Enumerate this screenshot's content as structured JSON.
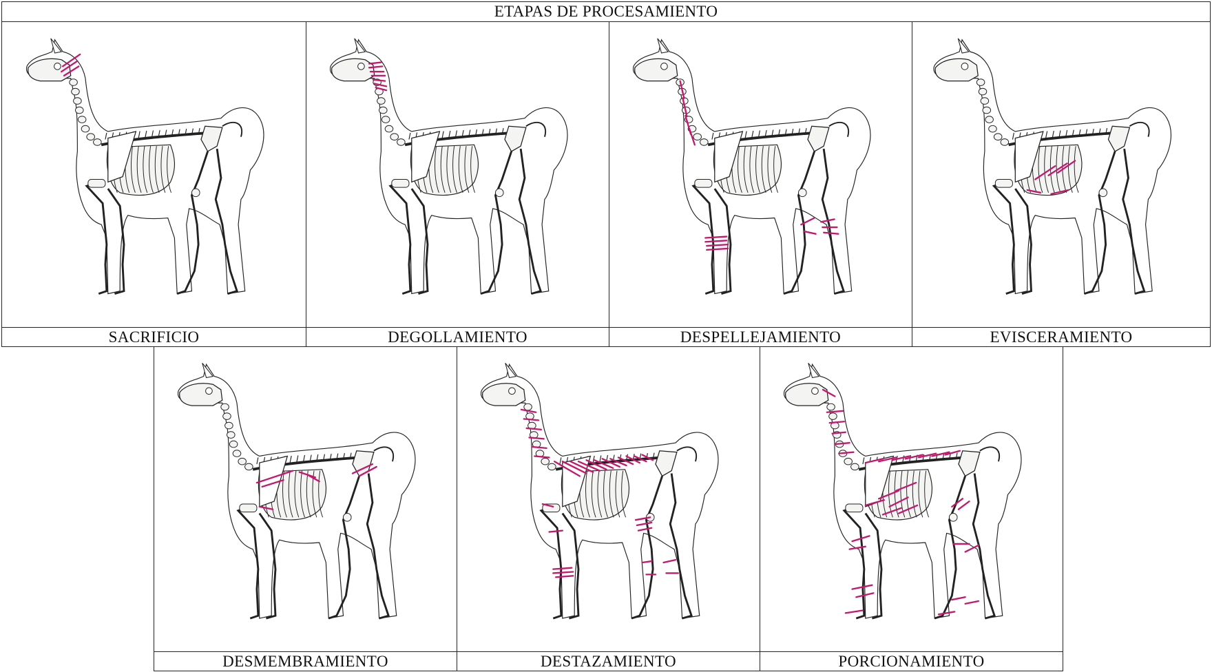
{
  "title": "ETAPAS DE PROCESAMIENTO",
  "colors": {
    "cut_marks": "#c2186e",
    "line": "#222222",
    "bone": "#f4f4f2"
  },
  "stages": [
    {
      "id": "sacrificio",
      "label": "SACRIFICIO",
      "cut_zones": [
        "head-neck"
      ]
    },
    {
      "id": "degollamiento",
      "label": "DEGOLLAMIENTO",
      "cut_zones": [
        "upper-neck"
      ]
    },
    {
      "id": "despellejamiento",
      "label": "DESPELLEJAMIENTO",
      "cut_zones": [
        "neck-line",
        "fore-carpals",
        "hind-tarsals"
      ]
    },
    {
      "id": "evisceramiento",
      "label": "EVISCERAMIENTO",
      "cut_zones": [
        "ribs-belly"
      ]
    },
    {
      "id": "desmembramiento",
      "label": "DESMEMBRAMIENTO",
      "cut_zones": [
        "scapula",
        "back",
        "pelvis",
        "elbow"
      ]
    },
    {
      "id": "destazamiento",
      "label": "DESTAZAMIENTO",
      "cut_zones": [
        "neck-vertebrae",
        "spine",
        "elbow",
        "stifle",
        "carpals",
        "tarsals"
      ]
    },
    {
      "id": "porcionamiento",
      "label": "PORCIONAMIENTO",
      "cut_zones": [
        "neck-vertebrae",
        "spine",
        "ribs",
        "humerus",
        "radius",
        "femur",
        "tibia",
        "metapodials"
      ]
    }
  ]
}
